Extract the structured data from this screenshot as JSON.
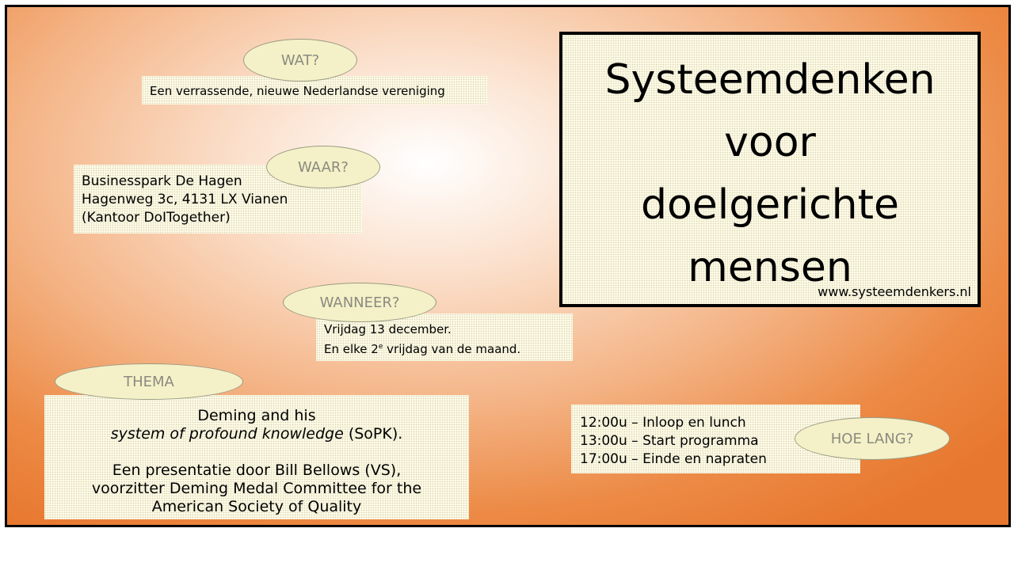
{
  "title": {
    "lines": [
      "Systeemdenken",
      "voor",
      "doelgerichte",
      "mensen"
    ],
    "website": "www.systeemdenkers.nl"
  },
  "wat": {
    "label": "WAT?",
    "text": "Een verrassende, nieuwe Nederlandse vereniging"
  },
  "waar": {
    "label": "WAAR?",
    "lines": [
      "Businesspark De Hagen",
      "Hagenweg 3c, 4131 LX  Vianen",
      "(Kantoor DoITogether)"
    ]
  },
  "wanneer": {
    "label": "WANNEER?",
    "line1": "Vrijdag 13 december.",
    "line2_prefix": "En elke 2",
    "line2_sup": "e",
    "line2_suffix": " vrijdag van de maand."
  },
  "thema": {
    "label": "THEMA",
    "line1": "Deming and his",
    "line2_italic": "system of profound knowledge",
    "line2_rest": " (SoPK).",
    "line3": "Een presentatie door Bill Bellows (VS),",
    "line4": "voorzitter Deming Medal Committee for the",
    "line5": "American Society of Quality"
  },
  "hoelang": {
    "label": "HOE LANG?",
    "items": [
      "12:00u – Inloop en lunch",
      "13:00u – Start programma",
      "17:00u – Einde en napraten"
    ]
  }
}
